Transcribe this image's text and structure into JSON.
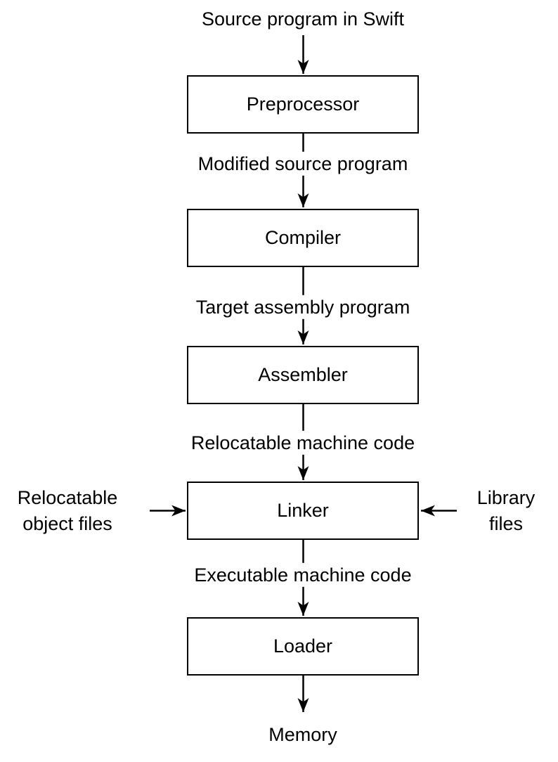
{
  "diagram": {
    "type": "flowchart",
    "direction": "top-to-bottom",
    "colors": {
      "stroke": "#000000",
      "node_fill": "#ffffff",
      "text": "#000000",
      "background": "#ffffff"
    },
    "nodes": {
      "source_input": {
        "label": "Source program in Swift"
      },
      "preprocessor": {
        "label": "Preprocessor"
      },
      "compiler": {
        "label": "Compiler"
      },
      "assembler": {
        "label": "Assembler"
      },
      "linker": {
        "label": "Linker"
      },
      "loader": {
        "label": "Loader"
      },
      "memory_output": {
        "label": "Memory"
      }
    },
    "edge_labels": {
      "modified_source": {
        "label": "Modified source program"
      },
      "target_assembly": {
        "label": "Target assembly program"
      },
      "relocatable_machine_code": {
        "label": "Relocatable machine code"
      },
      "executable_machine_code": {
        "label": "Executable machine code"
      }
    },
    "side_inputs": {
      "relocatable_object_files": {
        "line1": "Relocatable",
        "line2": "object files",
        "target": "linker",
        "side": "left"
      },
      "library_files": {
        "line1": "Library",
        "line2": "files",
        "target": "linker",
        "side": "right"
      }
    }
  }
}
